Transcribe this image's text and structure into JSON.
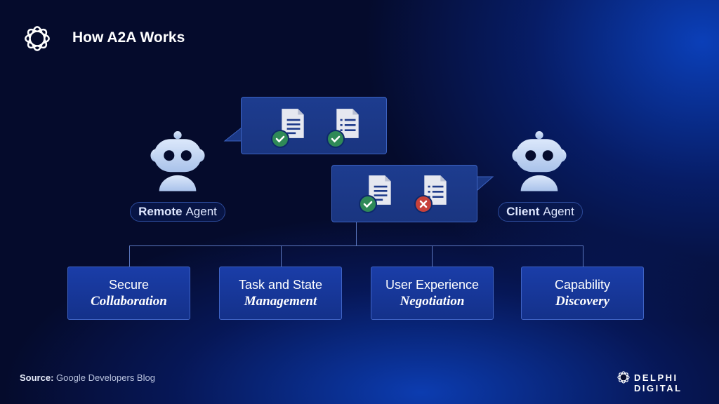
{
  "header": {
    "title": "How A2A Works",
    "logo_icon": "knot-ring-logo"
  },
  "agents": {
    "remote": {
      "bold": "Remote",
      "rest": "Agent"
    },
    "client": {
      "bold": "Client",
      "rest": "Agent"
    }
  },
  "bubbles": [
    {
      "from": "remote",
      "docs": [
        {
          "type": "text-doc",
          "status": "approved"
        },
        {
          "type": "list-doc",
          "status": "approved"
        }
      ]
    },
    {
      "from": "client",
      "docs": [
        {
          "type": "text-doc",
          "status": "approved"
        },
        {
          "type": "list-doc",
          "status": "rejected"
        }
      ]
    }
  ],
  "features": [
    {
      "line1": "Secure",
      "line2": "Collaboration"
    },
    {
      "line1": "Task and State",
      "line2": "Management"
    },
    {
      "line1": "User Experience",
      "line2": "Negotiation"
    },
    {
      "line1": "Capability",
      "line2": "Discovery"
    }
  ],
  "footer": {
    "source_label": "Source:",
    "source_text": "Google Developers Blog",
    "brand": "DELPHI DIGITAL"
  },
  "colors": {
    "check": "#2f8a57",
    "cross": "#c7413a",
    "box": "#1a3da8"
  }
}
